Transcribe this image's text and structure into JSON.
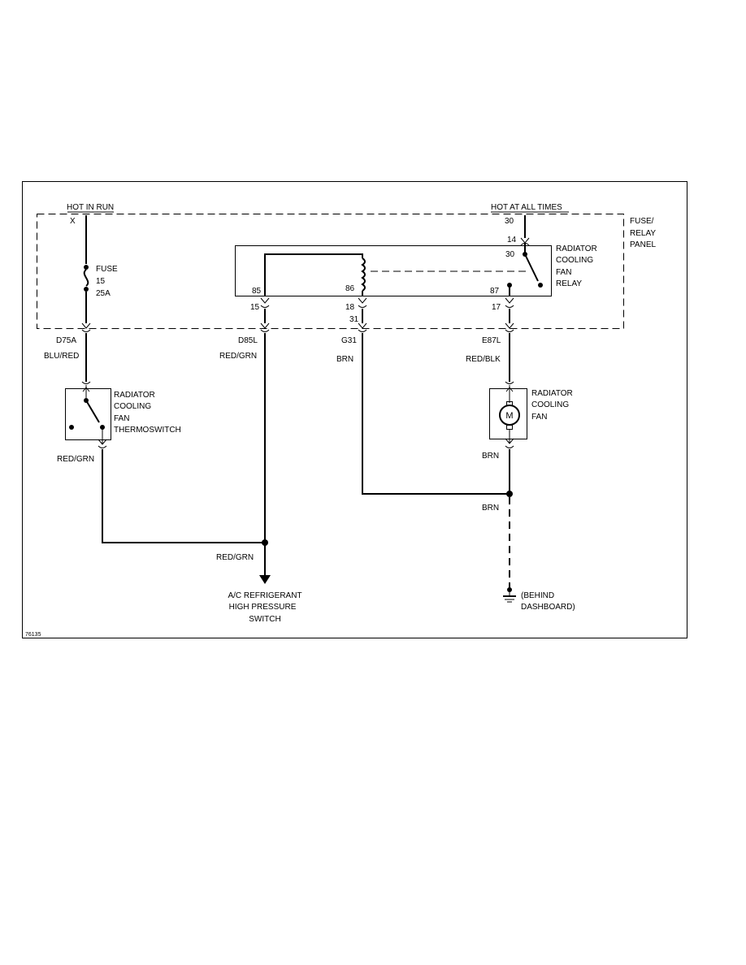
{
  "diagram": {
    "figure_id": "76135",
    "panel": {
      "label_1": "FUSE/",
      "label_2": "RELAY",
      "label_3": "PANEL"
    },
    "power": {
      "hot_in_run": "HOT IN RUN",
      "hot_in_run_terminal": "X",
      "hot_at_all_times": "HOT AT ALL TIMES",
      "hot_at_all_times_terminal": "30"
    },
    "fuse": {
      "label": "FUSE",
      "number": "15",
      "rating": "25A"
    },
    "relay": {
      "line_1": "RADIATOR",
      "line_2": "COOLING",
      "line_3": "FAN",
      "line_4": "RELAY",
      "pin_85": "85",
      "pin_86": "86",
      "pin_87": "87",
      "pin_30": "30",
      "supply_pin": "14"
    },
    "connector_pins": {
      "c15": "15",
      "c18": "18",
      "c31": "31",
      "c17": "17"
    },
    "wires": {
      "d75a": "D75A",
      "d75a_color": "BLU/RED",
      "d85l": "D85L",
      "d85l_color": "RED/GRN",
      "g31": "G31",
      "g31_color": "BRN",
      "e87l": "E87L",
      "e87l_color": "RED/BLK",
      "thermo_out_color": "RED/GRN",
      "fan_out_color": "BRN",
      "ground_color": "BRN",
      "ac_feed_color": "RED/GRN"
    },
    "thermoswitch": {
      "line_1": "RADIATOR",
      "line_2": "COOLING",
      "line_3": "FAN",
      "line_4": "THERMOSWITCH"
    },
    "fan": {
      "line_1": "RADIATOR",
      "line_2": "COOLING",
      "line_3": "FAN",
      "motor_symbol": "M"
    },
    "ac_switch": {
      "line_1": "A/C REFRIGERANT",
      "line_2": "HIGH PRESSURE",
      "line_3": "SWITCH"
    },
    "ground": {
      "line_1": "(BEHIND",
      "line_2": "DASHBOARD)"
    }
  }
}
